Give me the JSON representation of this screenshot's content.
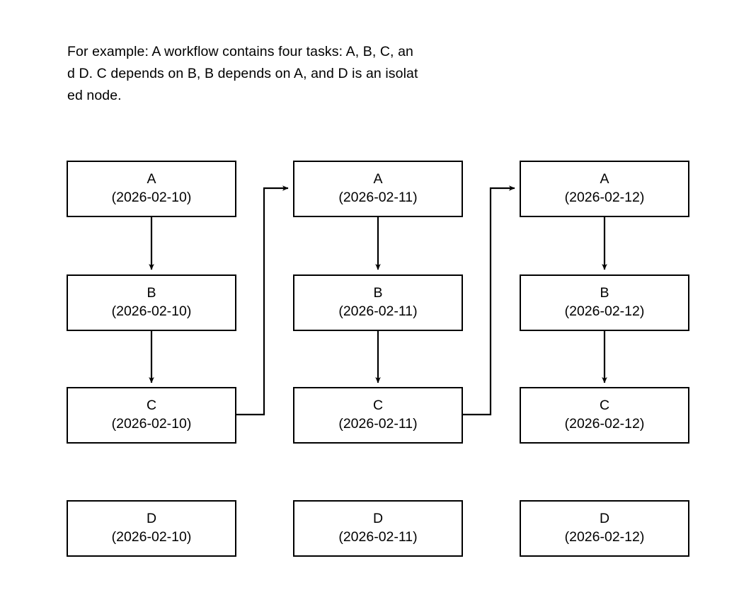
{
  "caption": {
    "text": "For example: A workflow contains four tasks: A, B, C, an\nd D. C depends on B, B depends on A, and D is an isolat\ned node."
  },
  "colors": {
    "background": "#ffffff",
    "stroke": "#000000",
    "text": "#000000"
  },
  "diagram": {
    "type": "dag",
    "columns": [
      {
        "run_date": "2026-02-10",
        "nodes": [
          {
            "label": "A",
            "date": "(2026-02-10)"
          },
          {
            "label": "B",
            "date": "(2026-02-10)"
          },
          {
            "label": "C",
            "date": "(2026-02-10)"
          },
          {
            "label": "D",
            "date": "(2026-02-10)"
          }
        ]
      },
      {
        "run_date": "2026-02-11",
        "nodes": [
          {
            "label": "A",
            "date": "(2026-02-11)"
          },
          {
            "label": "B",
            "date": "(2026-02-11)"
          },
          {
            "label": "C",
            "date": "(2026-02-11)"
          },
          {
            "label": "D",
            "date": "(2026-02-11)"
          }
        ]
      },
      {
        "run_date": "2026-02-12",
        "nodes": [
          {
            "label": "A",
            "date": "(2026-02-12)"
          },
          {
            "label": "B",
            "date": "(2026-02-12)"
          },
          {
            "label": "C",
            "date": "(2026-02-12)"
          },
          {
            "label": "D",
            "date": "(2026-02-12)"
          }
        ]
      }
    ],
    "edges": [
      {
        "from": "A",
        "to": "B",
        "style": "vertical-arrow"
      },
      {
        "from": "B",
        "to": "C",
        "style": "vertical-arrow"
      },
      {
        "from": "C (2026-02-10)",
        "to": "A (2026-02-11)",
        "style": "orthogonal-arrow"
      },
      {
        "from": "C (2026-02-11)",
        "to": "A (2026-02-12)",
        "style": "orthogonal-arrow"
      }
    ],
    "isolated_nodes": [
      "D"
    ]
  }
}
